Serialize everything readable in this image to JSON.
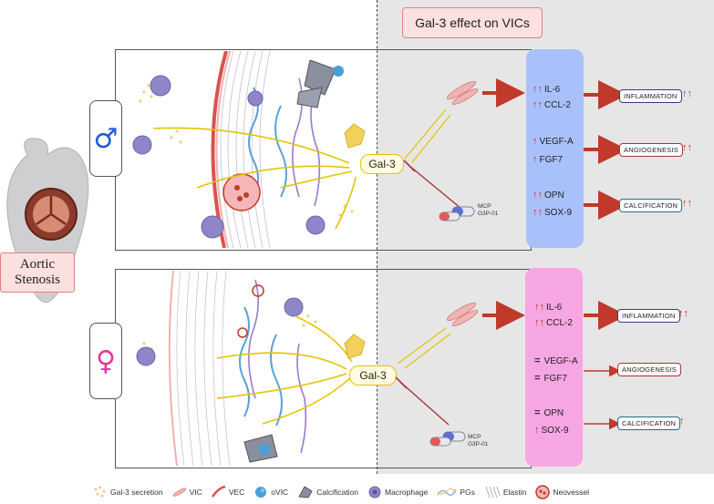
{
  "title": "Gal-3 effect on VICs",
  "aortic_label": [
    "Aortic",
    "Stenosis"
  ],
  "male_symbol": "♂",
  "female_symbol": "♀",
  "gal3_label": "Gal-3",
  "inhibitor": [
    "MCP",
    "G3P-01"
  ],
  "up": "↑",
  "upup": "↑↑",
  "eq": "=",
  "male": {
    "markers": [
      {
        "arrow": "↑↑",
        "name": "IL-6"
      },
      {
        "arrow": "↑↑",
        "name": "CCL-2"
      },
      {
        "arrow": "↑",
        "name": "VEGF-A"
      },
      {
        "arrow": "↑",
        "name": "FGF7"
      },
      {
        "arrow": "↑↑",
        "name": "OPN"
      },
      {
        "arrow": "↑↑",
        "name": "SOX-9"
      }
    ],
    "effects": [
      {
        "label": "INFLAMMATION",
        "arrow": "↑↑"
      },
      {
        "label": "ANGIOGENESIS",
        "arrow": "↑↑"
      },
      {
        "label": "CALCIFICATION",
        "arrow": "↑↑"
      }
    ]
  },
  "female": {
    "markers": [
      {
        "arrow": "↑↑",
        "name": "IL-6"
      },
      {
        "arrow": "↑↑",
        "name": "CCL-2"
      },
      {
        "arrow": "=",
        "name": "VEGF-A"
      },
      {
        "arrow": "=",
        "name": "FGF7"
      },
      {
        "arrow": "=",
        "name": "OPN"
      },
      {
        "arrow": "↑",
        "name": "SOX-9"
      }
    ],
    "effects": [
      {
        "label": "INFLAMMATION",
        "arrow": "↑↑"
      },
      {
        "label": "ANGIOGENESIS",
        "arrow": ""
      },
      {
        "label": "CALCIFICATION",
        "arrow": "↑"
      }
    ]
  },
  "legend": [
    {
      "label": "Gal-3 secretion",
      "icon": "dots-icon"
    },
    {
      "label": "VIC",
      "icon": "vic-icon"
    },
    {
      "label": "VEC",
      "icon": "vec-icon"
    },
    {
      "label": "oVIC",
      "icon": "ovic-icon"
    },
    {
      "label": "Calcification",
      "icon": "calcification-icon"
    },
    {
      "label": "Macrophage",
      "icon": "macrophage-icon"
    },
    {
      "label": "PGs",
      "icon": "pgs-icon"
    },
    {
      "label": "Elastin",
      "icon": "elastin-icon"
    },
    {
      "label": "Neovessel",
      "icon": "neovessel-icon"
    }
  ],
  "colors": {
    "male_column": "#a9c1fb",
    "female_column": "#f7a6e4",
    "gal3_border": "#e5c400",
    "arrow_red": "#c0392b",
    "male_symbol": "#1f5bd8",
    "female_symbol": "#e0379e"
  }
}
